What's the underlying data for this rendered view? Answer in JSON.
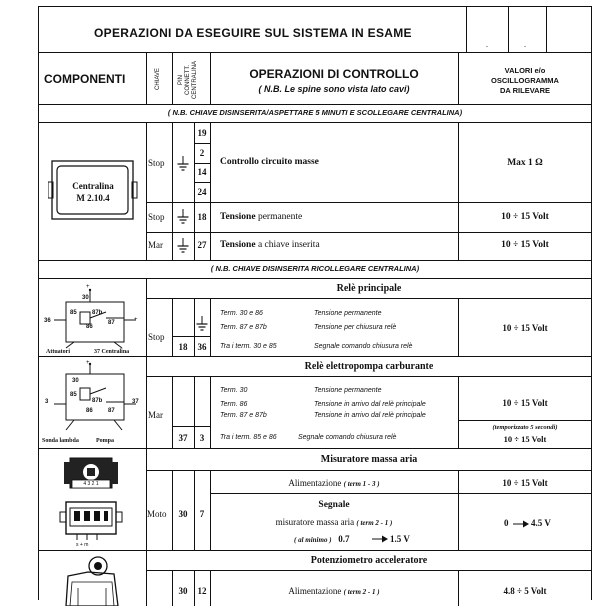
{
  "header": {
    "title": "OPERAZIONI DA ESEGUIRE SUL SISTEMA IN ESAME",
    "corner_mark_left": "-",
    "corner_mark_right": "-"
  },
  "columns": {
    "componenti": "COMPONENTI",
    "chiave": "CHIAVE",
    "pin_line1": "PIN",
    "pin_line2": "CONNETT.",
    "pin_line3": "CENTRALINA",
    "operazioni": "OPERAZIONI DI CONTROLLO",
    "operazioni_note": "( N.B. Le spine sono vista lato cavi)",
    "valori_line1": "VALORI e/o",
    "valori_line2": "OSCILLOGRAMMA",
    "valori_line3": "DA RILEVARE"
  },
  "notes": {
    "note1": "( N.B. CHIAVE DISINSERITA/ASPETTARE 5 MINUTI E SCOLLEGARE CENTRALINA)",
    "note2": "( N.B. CHIAVE DISINSERITA RICOLLEGARE  CENTRALINA)"
  },
  "centralina": {
    "label_line1": "Centralina",
    "label_line2": "M 2.10.4",
    "rows": [
      {
        "chiave": "Stop",
        "pins": [
          "19",
          "2",
          "14",
          "24"
        ],
        "op": "Controllo circuito masse",
        "value": "Max  1 Ω"
      },
      {
        "chiave": "Stop",
        "pin": "18",
        "op_bold": "Tensione",
        "op_rest": " permanente",
        "value": "10  ÷  15  Volt"
      },
      {
        "chiave": "Mar",
        "pin": "27",
        "op_bold": "Tensione",
        "op_rest": " a chiave inserita",
        "value": "10  ÷  15  Volt"
      }
    ]
  },
  "rele_principale": {
    "title": "Relè principale",
    "chiave": "Stop",
    "pins": [
      "18",
      "36"
    ],
    "lines": [
      {
        "term": "Term. 30 e 86",
        "desc": "Tensione permanente"
      },
      {
        "term": "Term. 87 e 87b",
        "desc": "Tensione per chiusura relè"
      },
      {
        "term": "Tra i term. 30 e 85",
        "desc": "Segnale comando chiusura relè"
      }
    ],
    "value": "10  ÷  15  Volt",
    "diagram": {
      "t30": "30",
      "t85": "85",
      "t87b": "87b",
      "t86": "86",
      "t87": "87",
      "left_pin": "36",
      "right_mark": "+",
      "top_mark": "+",
      "label_left": "Attuatori",
      "label_right": "37 Centralina"
    }
  },
  "rele_pompa": {
    "title": "Relè elettropompa carburante",
    "chiave": "Mar",
    "pins": [
      "37",
      "3"
    ],
    "lines": [
      {
        "term": "Term. 30",
        "desc": "Tensione permanente"
      },
      {
        "term": "Term. 86",
        "desc": "Tensione in arrivo dal relè principale"
      },
      {
        "term": "Term. 87 e 87b",
        "desc": "Tensione in arrivo dal relè principale"
      },
      {
        "term": "Tra i term. 85 e 86",
        "desc": "Segnale comando chiusura relè"
      }
    ],
    "value": "10  ÷  15  Volt",
    "value2_note": "(temporizzato 5 secondi)",
    "value2": "10 ÷ 15 Volt",
    "diagram": {
      "t30": "30",
      "t85": "85",
      "t87b": "87b",
      "t86": "86",
      "t87": "87",
      "left_pin": "3",
      "right_pin": "37",
      "top_mark": "+",
      "label_left": "Sonda lambda",
      "label_right": "Pompa"
    }
  },
  "misuratore": {
    "title": "Misuratore massa aria",
    "chiave": "Moto",
    "pins": [
      "30",
      "7"
    ],
    "alim_label": "Alimentazione",
    "alim_term": "( term 1 - 3 )",
    "alim_value": "10  ÷  15  Volt",
    "segnale_title": "Segnale",
    "segnale_label": "misuratore massa aria",
    "segnale_term": "( term 2 - 1 )",
    "minimo_label": "( al minimo )",
    "minimo_from": "0.7",
    "minimo_to": "1.5 V",
    "value_from": "0",
    "value_to": "4.5 V",
    "connector_pins": "4 3 2 1",
    "bottom_labels": "s  +  m"
  },
  "potenziometro": {
    "title": "Potenziometro acceleratore",
    "pins": [
      "30",
      "12"
    ],
    "alim_label": "Alimentazione",
    "alim_term": "( term 2 - 1 )",
    "value": "4.8  ÷  5  Volt"
  }
}
